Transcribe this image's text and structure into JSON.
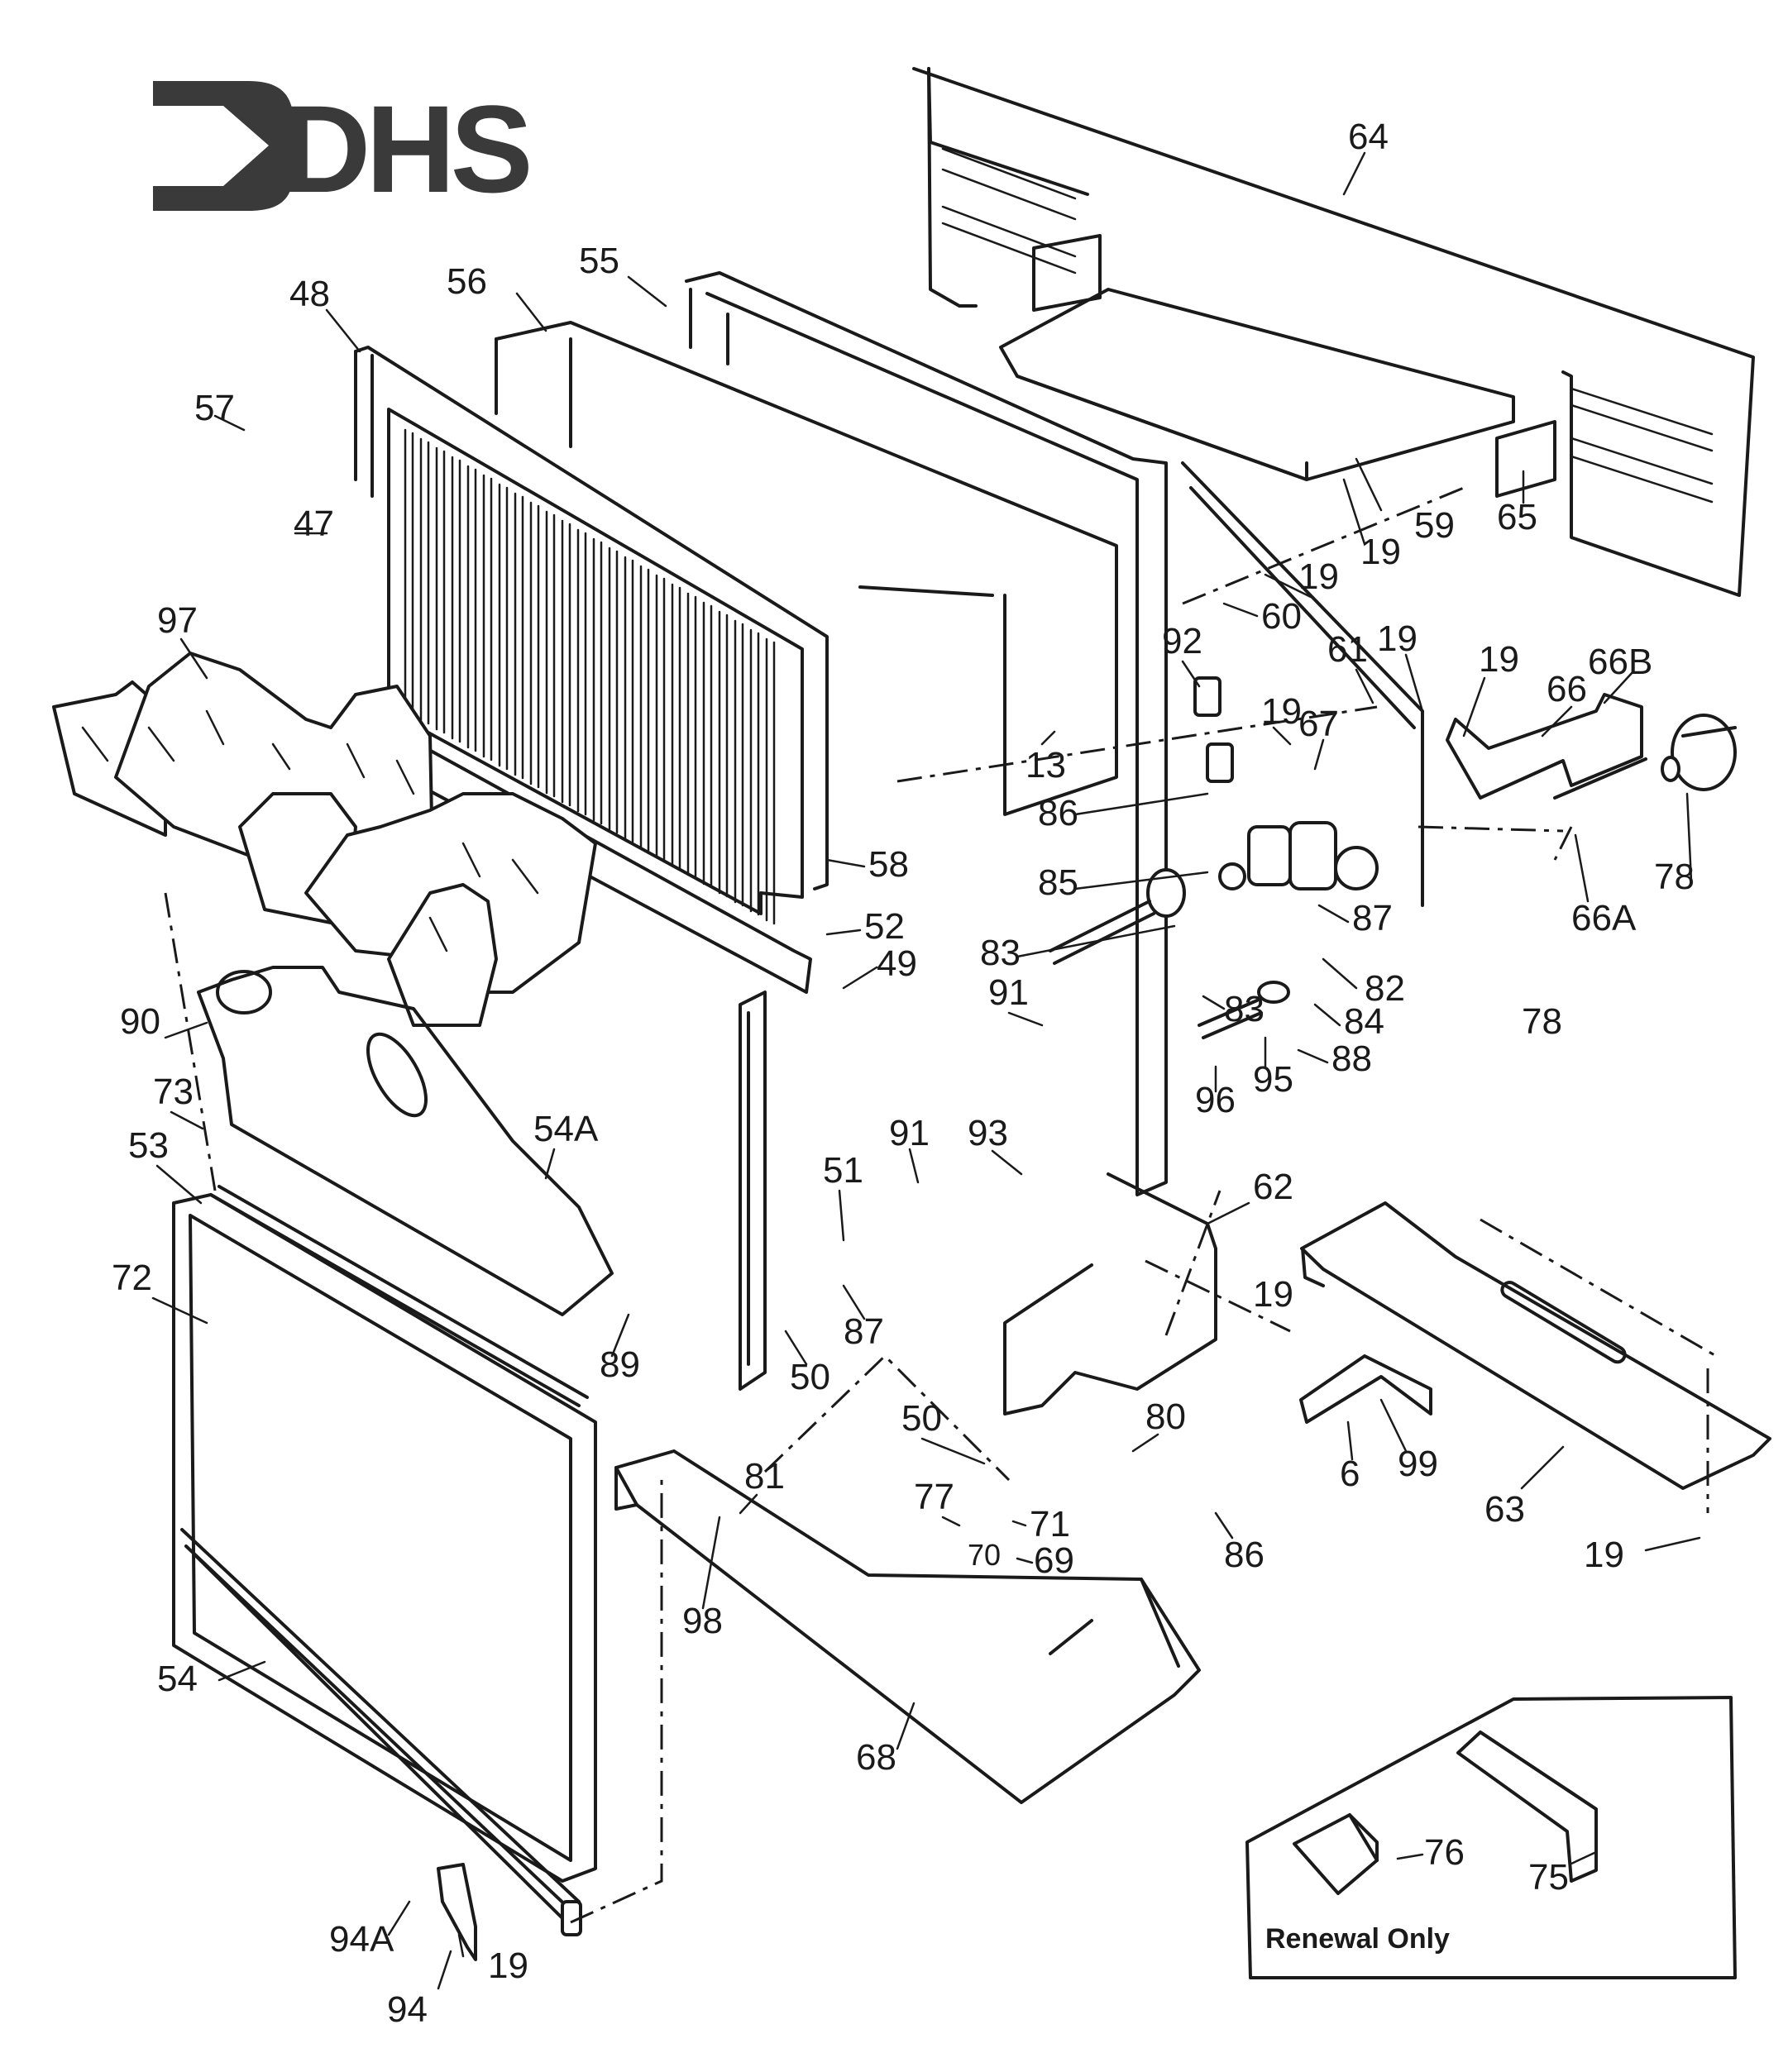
{
  "logo": {
    "text": "DHS",
    "color": "#3a3a3a"
  },
  "renewal_box": {
    "caption": "Renewal Only"
  },
  "colors": {
    "ink": "#1a1a1a",
    "paper": "#ffffff"
  },
  "callouts": [
    {
      "id": "c64",
      "text": "64"
    },
    {
      "id": "c55",
      "text": "55"
    },
    {
      "id": "c48",
      "text": "48"
    },
    {
      "id": "c56",
      "text": "56"
    },
    {
      "id": "c57",
      "text": "57"
    },
    {
      "id": "c47",
      "text": "47"
    },
    {
      "id": "c59",
      "text": "59"
    },
    {
      "id": "c65",
      "text": "65"
    },
    {
      "id": "c19a",
      "text": "19"
    },
    {
      "id": "c19b",
      "text": "19"
    },
    {
      "id": "c60",
      "text": "60"
    },
    {
      "id": "c97",
      "text": "97"
    },
    {
      "id": "c92",
      "text": "92"
    },
    {
      "id": "c61",
      "text": "61"
    },
    {
      "id": "c19c",
      "text": "19"
    },
    {
      "id": "c19d",
      "text": "19"
    },
    {
      "id": "c66B",
      "text": "66B"
    },
    {
      "id": "c66",
      "text": "66"
    },
    {
      "id": "c19e",
      "text": "19"
    },
    {
      "id": "c67",
      "text": "67"
    },
    {
      "id": "c13",
      "text": "13"
    },
    {
      "id": "c86a",
      "text": "86"
    },
    {
      "id": "c58",
      "text": "58"
    },
    {
      "id": "c78a",
      "text": "78"
    },
    {
      "id": "c85",
      "text": "85"
    },
    {
      "id": "c87a",
      "text": "87"
    },
    {
      "id": "c66A",
      "text": "66A"
    },
    {
      "id": "c52",
      "text": "52"
    },
    {
      "id": "c49",
      "text": "49"
    },
    {
      "id": "c83a",
      "text": "83"
    },
    {
      "id": "c82",
      "text": "82"
    },
    {
      "id": "c91a",
      "text": "91"
    },
    {
      "id": "c83b",
      "text": "83"
    },
    {
      "id": "c84",
      "text": "84"
    },
    {
      "id": "c78b",
      "text": "78"
    },
    {
      "id": "c90",
      "text": "90"
    },
    {
      "id": "c88",
      "text": "88"
    },
    {
      "id": "c95",
      "text": "95"
    },
    {
      "id": "c73",
      "text": "73"
    },
    {
      "id": "c96",
      "text": "96"
    },
    {
      "id": "c54A",
      "text": "54A"
    },
    {
      "id": "c91b",
      "text": "91"
    },
    {
      "id": "c93",
      "text": "93"
    },
    {
      "id": "c53",
      "text": "53"
    },
    {
      "id": "c51",
      "text": "51"
    },
    {
      "id": "c62",
      "text": "62"
    },
    {
      "id": "c72",
      "text": "72"
    },
    {
      "id": "c19f",
      "text": "19"
    },
    {
      "id": "c87b",
      "text": "87"
    },
    {
      "id": "c89",
      "text": "89"
    },
    {
      "id": "c50a",
      "text": "50"
    },
    {
      "id": "c50b",
      "text": "50"
    },
    {
      "id": "c80",
      "text": "80"
    },
    {
      "id": "c99",
      "text": "99"
    },
    {
      "id": "c81",
      "text": "81"
    },
    {
      "id": "c6",
      "text": "6"
    },
    {
      "id": "c63",
      "text": "63"
    },
    {
      "id": "c77",
      "text": "77"
    },
    {
      "id": "c71",
      "text": "71"
    },
    {
      "id": "c86b",
      "text": "86"
    },
    {
      "id": "c70",
      "text": "70"
    },
    {
      "id": "c69",
      "text": "69"
    },
    {
      "id": "c19g",
      "text": "19"
    },
    {
      "id": "c98",
      "text": "98"
    },
    {
      "id": "c54",
      "text": "54"
    },
    {
      "id": "c68",
      "text": "68"
    },
    {
      "id": "c76",
      "text": "76"
    },
    {
      "id": "c75",
      "text": "75"
    },
    {
      "id": "c94A",
      "text": "94A"
    },
    {
      "id": "c19h",
      "text": "19"
    },
    {
      "id": "c94",
      "text": "94"
    }
  ]
}
